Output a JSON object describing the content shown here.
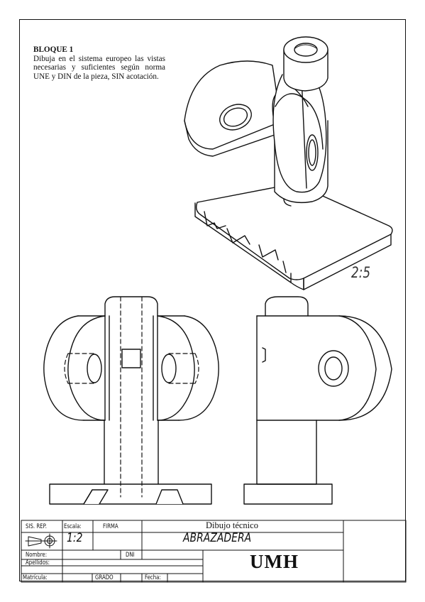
{
  "instructions": {
    "heading": "BLOQUE 1",
    "body": "Dibuja en el sistema europeo las vistas necesarias y suficientes según norma UNE y DIN de la pieza, SIN acotación."
  },
  "isometric_scale": "2:5",
  "title_block": {
    "sis_rep_label": "SIS. REP.",
    "escala_label": "Escala:",
    "firma_label": "FIRMA",
    "subject": "Dibujo técnico",
    "scale_value": "1:2",
    "piece_name": "ABRAZADERA",
    "nombre_label": "Nombre:",
    "dni_label": "DNI",
    "apellidos_label": "Apellidos:",
    "matricula_label": "Matrícula:",
    "grado_label": "GRADO",
    "fecha_label": "Fecha:",
    "university": "UMH"
  }
}
